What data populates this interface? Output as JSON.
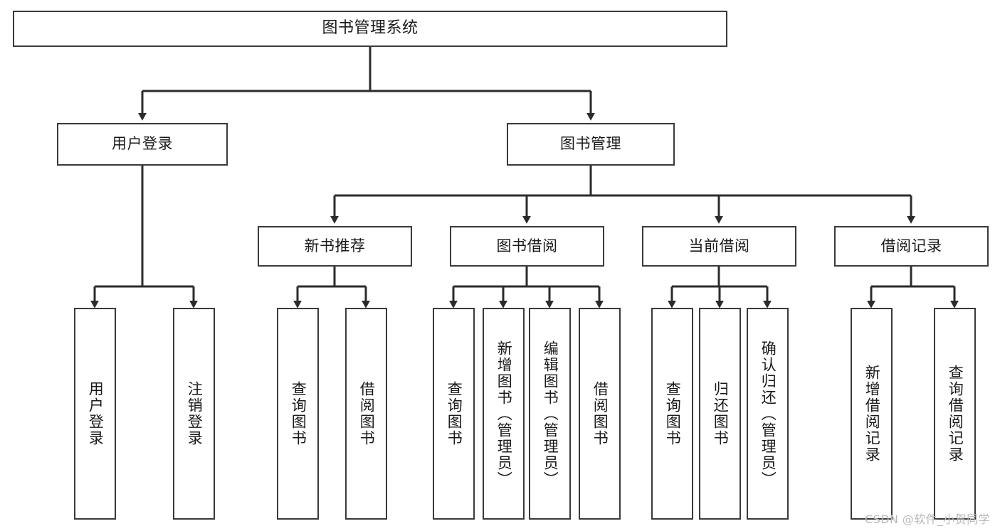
{
  "diagram": {
    "title": "图书管理系统",
    "type": "tree-hierarchy",
    "orientation": "top-down",
    "colors": {
      "box_border": "#3a3a3a",
      "box_fill": "#ffffff",
      "connector": "#2b2b2b",
      "text": "#1a1a1a",
      "watermark": "#b9b9b9",
      "background": "#ffffff"
    }
  },
  "nodes": {
    "root": {
      "label": "图书管理系统"
    },
    "level2": [
      {
        "id": "user-login",
        "label": "用户登录"
      },
      {
        "id": "book-management",
        "label": "图书管理"
      }
    ],
    "level3": [
      {
        "id": "new-book-recommend",
        "label": "新书推荐"
      },
      {
        "id": "book-borrow",
        "label": "图书借阅"
      },
      {
        "id": "current-borrow",
        "label": "当前借阅"
      },
      {
        "id": "borrow-record",
        "label": "借阅记录"
      }
    ],
    "leaves": {
      "user_login": [
        {
          "id": "leaf-user-login",
          "label": "用户登录"
        },
        {
          "id": "leaf-logout-login",
          "label": "注销登录"
        }
      ],
      "new_book_recommend": [
        {
          "id": "leaf-query-book-1",
          "label": "查询图书"
        },
        {
          "id": "leaf-borrow-book-1",
          "label": "借阅图书"
        }
      ],
      "book_borrow": [
        {
          "id": "leaf-query-book-2",
          "label": "查询图书"
        },
        {
          "id": "leaf-add-book",
          "label": "新增图书（管理员）"
        },
        {
          "id": "leaf-edit-book",
          "label": "编辑图书（管理员）"
        },
        {
          "id": "leaf-borrow-book-2",
          "label": "借阅图书"
        }
      ],
      "current_borrow": [
        {
          "id": "leaf-query-book-3",
          "label": "查询图书"
        },
        {
          "id": "leaf-return-book",
          "label": "归还图书"
        },
        {
          "id": "leaf-confirm-return",
          "label": "确认归还（管理员）"
        }
      ],
      "borrow_record": [
        {
          "id": "leaf-add-record",
          "label": "新增借阅记录"
        },
        {
          "id": "leaf-query-record",
          "label": "查询借阅记录"
        }
      ]
    }
  },
  "watermark": {
    "text": "CSDN @软件_小贺同学"
  }
}
